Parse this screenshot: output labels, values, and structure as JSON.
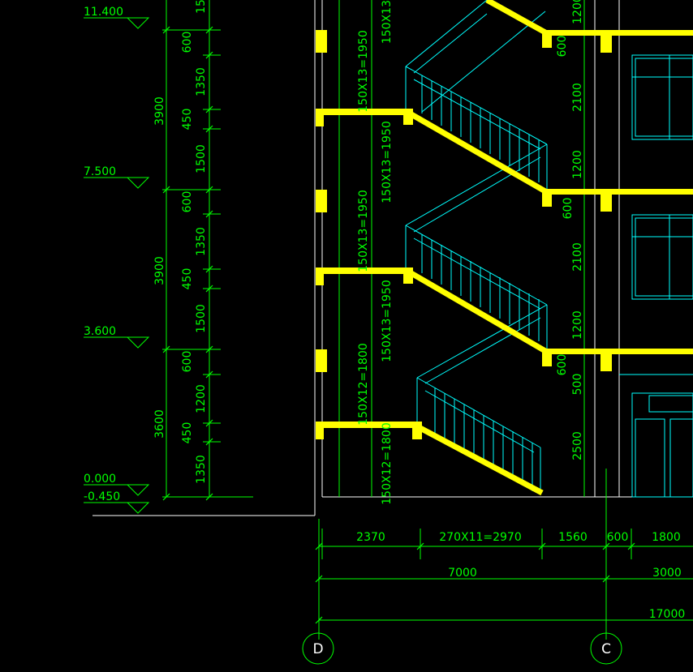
{
  "colors": {
    "background": "#000000",
    "dimension": "#00ff00",
    "structure": "#ffff00",
    "railing": "#00ffff",
    "outline": "#ffffff"
  },
  "elevations": [
    "11.400",
    "7.500",
    "3.600",
    "0.000",
    "-0.450"
  ],
  "floor_heights": [
    "3900",
    "3900",
    "3600"
  ],
  "left_dims": [
    "15",
    "600",
    "1350",
    "450",
    "1500",
    "600",
    "1350",
    "450",
    "1500",
    "600",
    "1200",
    "450",
    "1350"
  ],
  "stair_labels_left": [
    "150X13=1950",
    "150X13=1950",
    "150X12=1800"
  ],
  "stair_labels_right": [
    "150X13",
    "150X13=1950",
    "150X13=1950",
    "150X12=1800"
  ],
  "right_dims": [
    "1200",
    "600",
    "2100",
    "1200",
    "600",
    "2100",
    "1200",
    "600",
    "500",
    "2500"
  ],
  "bottom_dims_row1": [
    "2370",
    "270X11=2970",
    "1560",
    "600",
    "1800"
  ],
  "bottom_dims_row2": [
    "7000",
    "3000"
  ],
  "bottom_dims_row3": [
    "17000"
  ],
  "axes": [
    "D",
    "C"
  ]
}
